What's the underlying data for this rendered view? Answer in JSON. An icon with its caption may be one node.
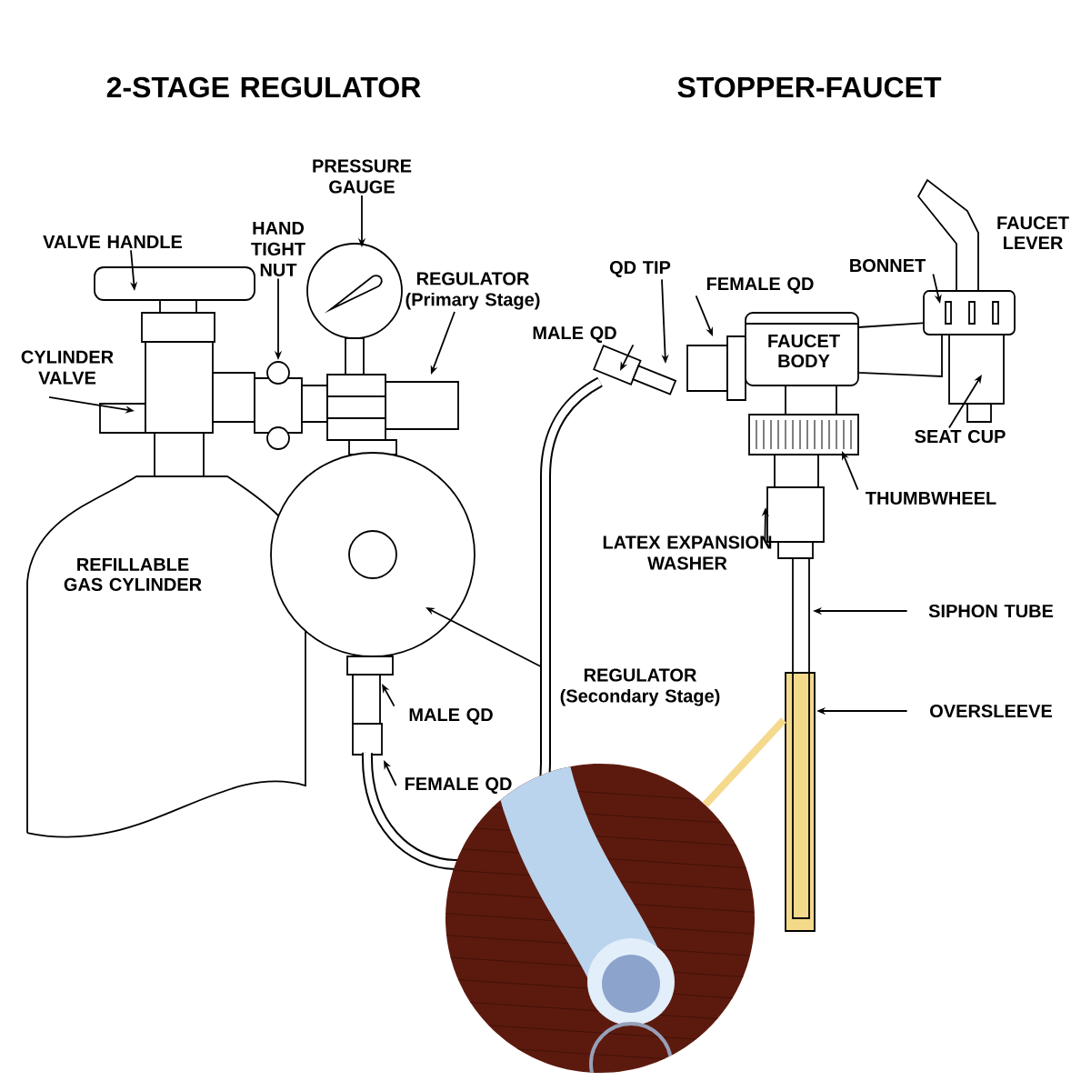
{
  "diagram": {
    "nodes": [
      {
        "text": [
          "PRESSURE GAUGE"
        ]
      },
      {
        "text": [
          "VALVE HANDLE"
        ]
      },
      {
        "text": [
          "HAND TIGHT NUT"
        ]
      },
      {
        "text": [
          "REGULATOR (Primary Stage)"
        ]
      },
      {
        "text": [
          "CYLINDER VALVE"
        ]
      },
      {
        "text": [
          "QD TIP"
        ]
      },
      {
        "text": [
          "FEMALE QD"
        ]
      },
      {
        "text": [
          "MALE QD"
        ]
      },
      {
        "text": [
          "BONNET"
        ]
      },
      {
        "text": [
          "SEAT CUP"
        ]
      },
      {
        "text": [
          "THUMBWHEEL"
        ]
      },
      {
        "text": [
          "LATEX EXPANSION WASHER"
        ]
      },
      {
        "text": [
          "SIPHON TUBE"
        ]
      },
      {
        "text": [
          "OVERSLEEVE"
        ]
      },
      {
        "text": [
          "REGULATOR (Secondary Stage)"
        ]
      },
      {
        "text": [
          "MALE QD"
        ]
      },
      {
        "text": [
          "FEMALE QD"
        ]
      },
      {
        "text": [],
        "shape": "picture"
      }
    ],
    "edges": [
      {
        "from": 0,
        "to": null,
        "arrow": "to"
      },
      {
        "from": 1,
        "to": null,
        "arrow": "to"
      },
      {
        "from": 2,
        "to": null,
        "arrow": "to"
      },
      {
        "from": 3,
        "to": null,
        "arrow": "to"
      },
      {
        "from": 4,
        "to": null,
        "arrow": "to"
      },
      {
        "from": 5,
        "to": null,
        "arrow": "to"
      },
      {
        "from": 6,
        "to": null,
        "arrow": "to"
      },
      {
        "from": 7,
        "to": null,
        "arrow": "to"
      },
      {
        "from": 8,
        "to": null,
        "arrow": "to"
      },
      {
        "from": 9,
        "to": null,
        "arrow": "to"
      },
      {
        "from": 10,
        "to": null,
        "arrow": "to"
      },
      {
        "from": 11,
        "to": null,
        "arrow": "to"
      },
      {
        "from": 12,
        "to": null,
        "arrow": "to"
      },
      {
        "from": 13,
        "to": null,
        "arrow": "to"
      },
      {
        "from": 14,
        "to": null,
        "arrow": "to"
      },
      {
        "from": 15,
        "to": null,
        "arrow": "to"
      },
      {
        "from": 16,
        "to": null,
        "arrow": "to"
      },
      {
        "from": 17,
        "to": null,
        "arrow": "none",
        "style": "thick",
        "color": "#f5d98c"
      }
    ],
    "labels": [
      "2-STAGE REGULATOR",
      "STOPPER-FAUCET",
      "FAUCET LEVER",
      "FAUCET BODY",
      "REFILLABLE GAS CYLINDER"
    ]
  }
}
